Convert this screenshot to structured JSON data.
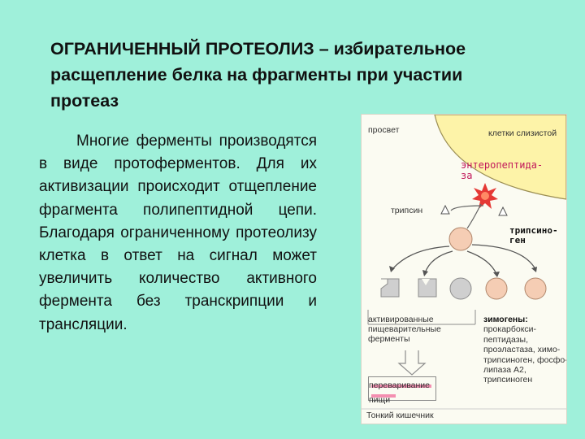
{
  "title": "ОГРАНИЧЕННЫЙ ПРОТЕОЛИЗ – избирательное расщепление белка на фрагменты при участии протеаз",
  "body": "Многие ферменты производятся в виде протоферментов. Для их активизации происходит отщепление фрагмента полипептидной цепи. Благодаря ограниченному протеолизу клетка в ответ на сигнал может увеличить количество активного фермента без транскрипции и трансляции.",
  "diagram": {
    "lumen": "просвет",
    "mucosa_cells": "клетки слизистой",
    "enteropeptidase": "энтеропептида-за",
    "trypsin": "трипсин",
    "trypsinogen": "трипсино-ген",
    "activated_label": "активированные пищеварительные ферменты",
    "zymogens_title": "зимогены:",
    "zymogens_list": "прокарбокси-пептидазы, проэластаза, химо-трипсиноген, фосфо-липаза A2, трипсиноген",
    "digestion": "переваривание пищи",
    "small_intestine": "Тонкий кишечник",
    "colors": {
      "background": "#9ff0da",
      "cell_fill": "#fdf3a8",
      "burst": "#e53935",
      "zymogen_fill": "#f5cdb4",
      "highlight": "#f48fb1"
    }
  }
}
